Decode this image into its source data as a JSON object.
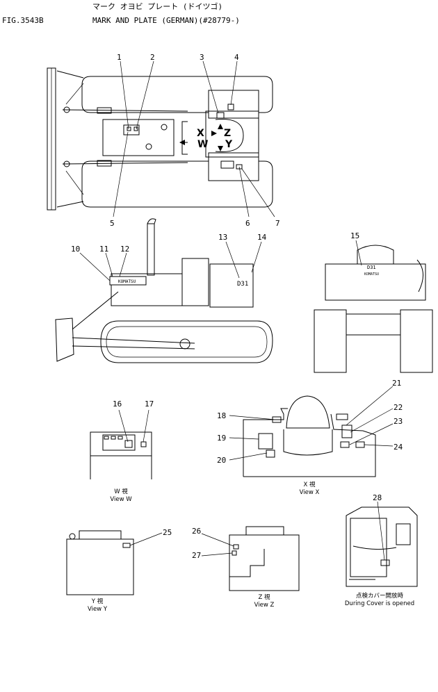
{
  "header": {
    "fig_no": "FIG.3543B",
    "title_jp": "マーク オヨビ プレート (ドイツゴ)",
    "title_en": "MARK AND PLATE (GERMAN)(#28779-)"
  },
  "callouts": [
    "1",
    "2",
    "3",
    "4",
    "5",
    "6",
    "7",
    "10",
    "11",
    "12",
    "13",
    "14",
    "15",
    "16",
    "17",
    "18",
    "19",
    "20",
    "21",
    "22",
    "23",
    "24",
    "25",
    "26",
    "27",
    "28"
  ],
  "view_arrows": {
    "x": "X",
    "w": "W",
    "z": "Z",
    "y": "Y"
  },
  "machine_marks": {
    "model": "D31",
    "brand": "KOMATSU"
  },
  "views": {
    "w": {
      "jp": "W 視",
      "en": "View  W"
    },
    "x": {
      "jp": "X 視",
      "en": "View  X"
    },
    "y": {
      "jp": "Y 視",
      "en": "View  Y"
    },
    "z": {
      "jp": "Z 視",
      "en": "View  Z"
    },
    "cover": {
      "jp": "点検カバー開放時",
      "en": "During Cover is opened"
    }
  }
}
